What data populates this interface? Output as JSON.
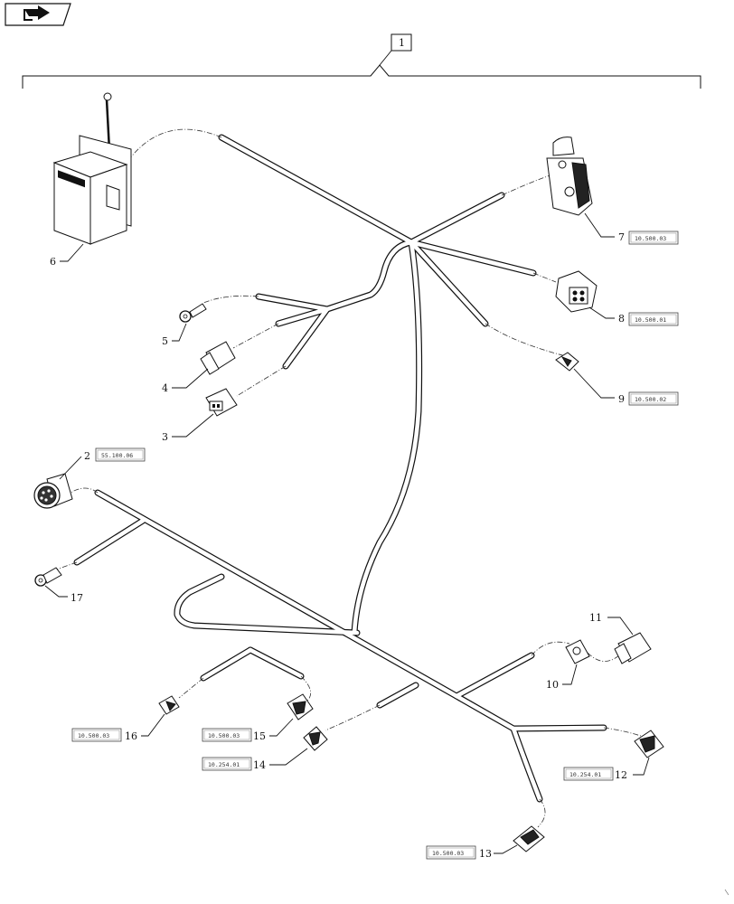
{
  "nav_icon": "forward-arrow-icon",
  "assembly_label": "1",
  "callouts": [
    {
      "id": "c2",
      "number": "2",
      "ref": "55.100.06"
    },
    {
      "id": "c3",
      "number": "3",
      "ref": ""
    },
    {
      "id": "c4",
      "number": "4",
      "ref": ""
    },
    {
      "id": "c5",
      "number": "5",
      "ref": ""
    },
    {
      "id": "c6",
      "number": "6",
      "ref": ""
    },
    {
      "id": "c7",
      "number": "7",
      "ref": "10.500.03"
    },
    {
      "id": "c8",
      "number": "8",
      "ref": "10.500.01"
    },
    {
      "id": "c9",
      "number": "9",
      "ref": "10.500.02"
    },
    {
      "id": "c10",
      "number": "10",
      "ref": ""
    },
    {
      "id": "c11",
      "number": "11",
      "ref": ""
    },
    {
      "id": "c12",
      "number": "12",
      "ref": "10.254.01"
    },
    {
      "id": "c13",
      "number": "13",
      "ref": "10.500.03"
    },
    {
      "id": "c14",
      "number": "14",
      "ref": "10.254.01"
    },
    {
      "id": "c15",
      "number": "15",
      "ref": "10.500.03"
    },
    {
      "id": "c16",
      "number": "16",
      "ref": "10.500.03"
    },
    {
      "id": "c17",
      "number": "17",
      "ref": ""
    }
  ]
}
